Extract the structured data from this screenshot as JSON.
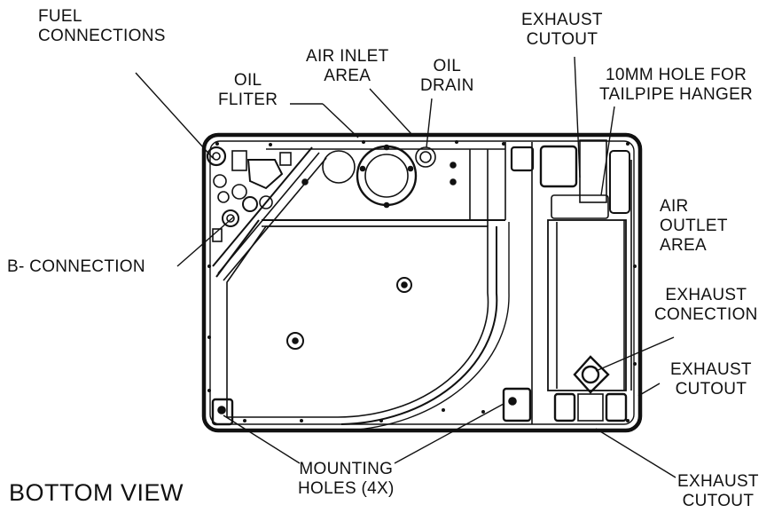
{
  "labels": {
    "fuel_connections": [
      "FUEL",
      "CONNECTIONS"
    ],
    "oil_filter": [
      "OIL",
      "FLITER"
    ],
    "air_inlet_area": [
      "AIR INLET",
      "AREA"
    ],
    "oil_drain": [
      "OIL",
      "DRAIN"
    ],
    "exhaust_cutout_top": [
      "EXHAUST",
      "CUTOUT"
    ],
    "tailpipe_hole": [
      "10MM HOLE FOR",
      "TAILPIPE HANGER"
    ],
    "air_outlet_area": [
      "AIR",
      "OUTLET",
      "AREA"
    ],
    "b_connection": "B- CONNECTION",
    "exhaust_connection": [
      "EXHAUST",
      "CONECTION"
    ],
    "exhaust_cutout_right": [
      "EXHAUST",
      "CUTOUT"
    ],
    "mounting_holes": [
      "MOUNTING",
      "HOLES (4X)"
    ],
    "exhaust_cutout_bottom": [
      "EXHAUST",
      "CUTOUT"
    ]
  },
  "title": "BOTTOM VIEW"
}
